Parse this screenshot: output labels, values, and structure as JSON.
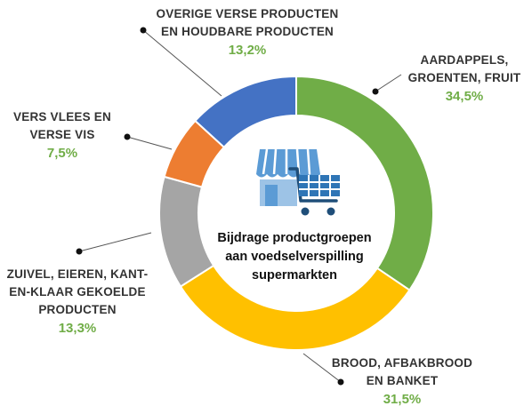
{
  "chart_data": {
    "type": "pie",
    "title": "Bijdrage productgroepen aan voedselverspilling supermarkten",
    "title_lines": [
      "Bijdrage productgroepen",
      "aan  voedselverspilling",
      "supermarkten"
    ],
    "donut": true,
    "start": "top, clockwise",
    "slices": [
      {
        "label_lines": [
          "AARDAPPELS,",
          "GROENTEN, FRUIT"
        ],
        "value": 34.5,
        "value_label": "34,5%",
        "color": "#70AD47"
      },
      {
        "label_lines": [
          "BROOD, AFBAKBROOD",
          "EN BANKET"
        ],
        "value": 31.5,
        "value_label": "31,5%",
        "color": "#FFC000"
      },
      {
        "label_lines": [
          "ZUIVEL, EIEREN, KANT-",
          "EN-KLAAR GEKOELDE",
          "PRODUCTEN"
        ],
        "value": 13.3,
        "value_label": "13,3%",
        "color": "#A5A5A5"
      },
      {
        "label_lines": [
          "VERS VLEES EN",
          "VERSE VIS"
        ],
        "value": 7.5,
        "value_label": "7,5%",
        "color": "#ED7D31"
      },
      {
        "label_lines": [
          "OVERIGE VERSE PRODUCTEN",
          "EN HOUDBARE PRODUCTEN"
        ],
        "value": 13.2,
        "value_label": "13,2%",
        "color": "#4472C4"
      }
    ],
    "label_color": "#333333",
    "value_label_color": "#70AD47",
    "legend": "none",
    "center_icon": "supermarket-and-cart-icon",
    "icon_color": "#2E75B6"
  }
}
